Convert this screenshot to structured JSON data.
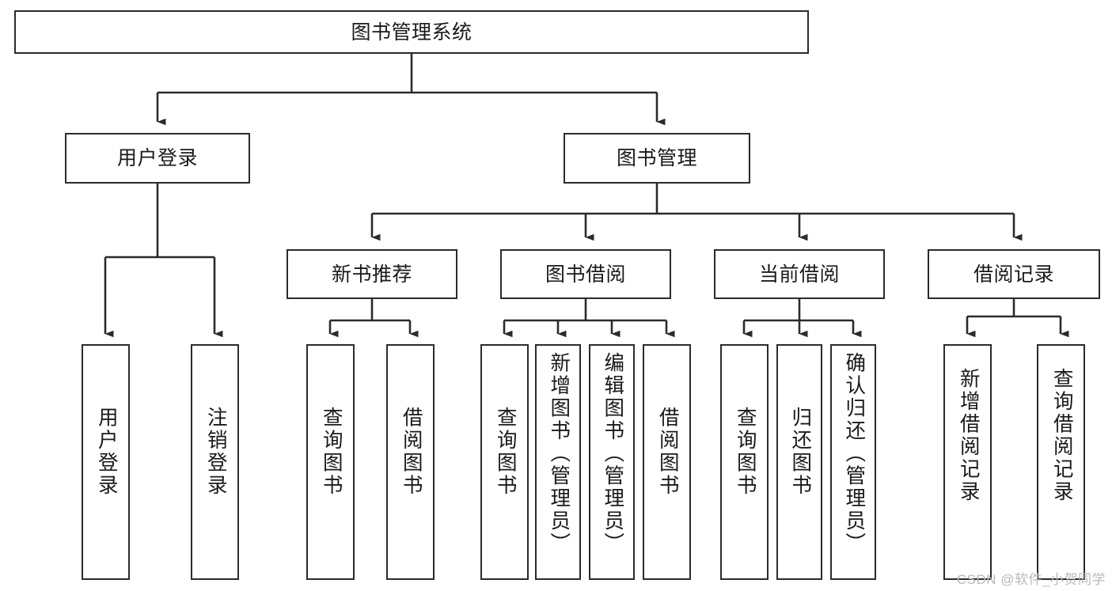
{
  "diagram": {
    "title": "图书管理系统",
    "type": "tree",
    "watermark": "CSDN @软件_小贺同学",
    "colors": {
      "stroke": "#2b2b2b",
      "fill": "#ffffff",
      "text": "#1a1a1a",
      "watermark": "#b9b9b9"
    },
    "nodes": {
      "root": {
        "label": "图书管理系统"
      },
      "level2": [
        {
          "label": "用户登录"
        },
        {
          "label": "图书管理"
        }
      ],
      "level3": [
        {
          "label": "新书推荐"
        },
        {
          "label": "图书借阅"
        },
        {
          "label": "当前借阅"
        },
        {
          "label": "借阅记录"
        }
      ],
      "leaves": {
        "user_login": [
          {
            "label": "用户登录"
          },
          {
            "label": "注销登录"
          }
        ],
        "new_book": [
          {
            "label": "查询图书"
          },
          {
            "label": "借阅图书"
          }
        ],
        "borrow_book": [
          {
            "label": "查询图书"
          },
          {
            "label": "新增图书（管理员）"
          },
          {
            "label": "编辑图书（管理员）"
          },
          {
            "label": "借阅图书"
          }
        ],
        "current_borrow": [
          {
            "label": "查询图书"
          },
          {
            "label": "归还图书"
          },
          {
            "label": "确认归还（管理员）"
          }
        ],
        "borrow_record": [
          {
            "label": "新增借阅记录"
          },
          {
            "label": "查询借阅记录"
          }
        ]
      }
    }
  }
}
